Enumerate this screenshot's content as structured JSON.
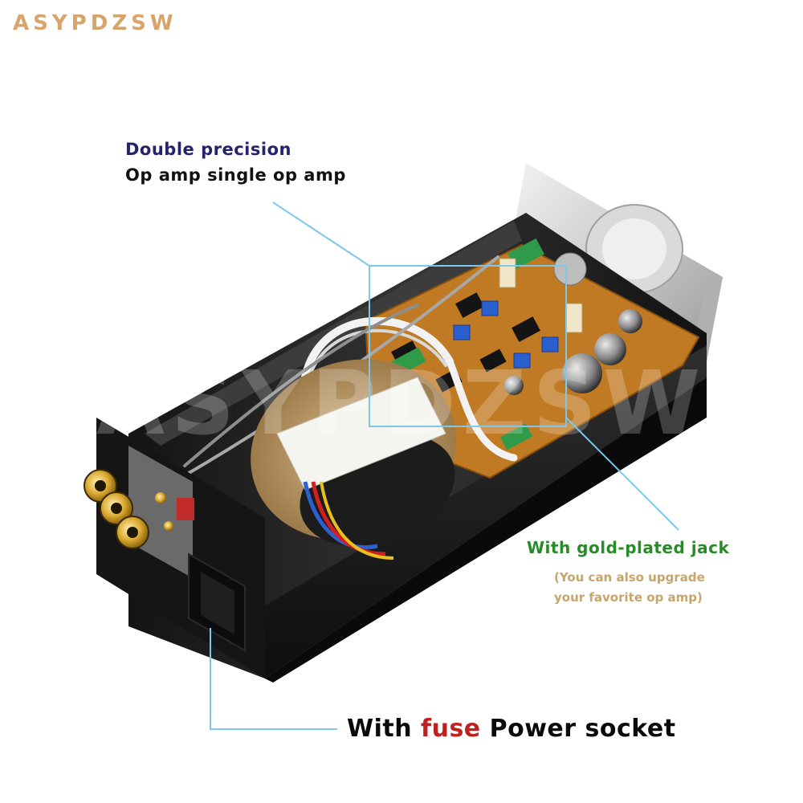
{
  "brand": {
    "logo_text": "ASYPDZSW"
  },
  "watermark": {
    "text": "ASYPDZSW"
  },
  "callouts": {
    "opamp": {
      "line1": "Double precision",
      "line2": "Op amp single op amp"
    },
    "jack": {
      "title": "With gold-plated jack",
      "note_line1": "(You can also upgrade",
      "note_line2": "your favorite op amp)"
    },
    "power": {
      "prefix": "With",
      "highlight": "fuse",
      "suffix": "Power socket"
    }
  },
  "colors": {
    "brand": "#d9a46a",
    "caption_blue": "#27236b",
    "caption_green": "#2a8a2a",
    "caption_note": "#c8a46a",
    "fuse_red": "#c0201e",
    "leader_line": "#7fc6e8"
  }
}
